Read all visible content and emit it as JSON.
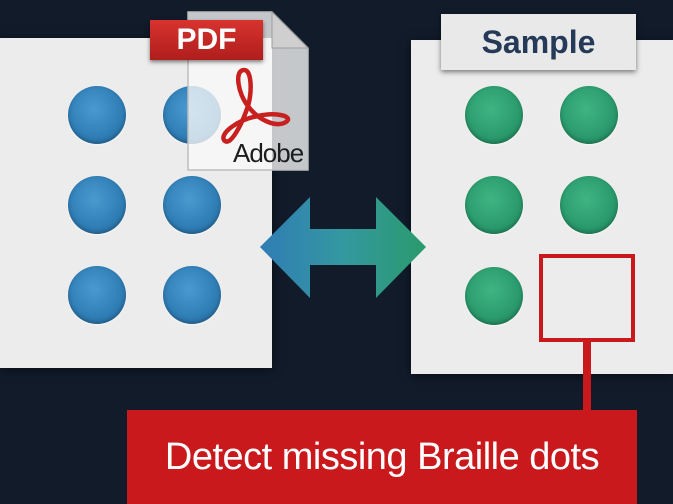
{
  "badges": {
    "pdf_label": "PDF",
    "sample_label": "Sample"
  },
  "adobe_logo": {
    "wordmark": "Adobe"
  },
  "caption": {
    "text": "Detect missing Braille dots"
  },
  "colors": {
    "background": "#111b2a",
    "pdf_dots": "#2f7db5",
    "sample_dots": "#2a9a6c",
    "highlight": "#c9191c"
  },
  "icons": [
    "adobe-pdf-file-icon",
    "double-arrow-icon",
    "missing-dot-marker-icon"
  ]
}
